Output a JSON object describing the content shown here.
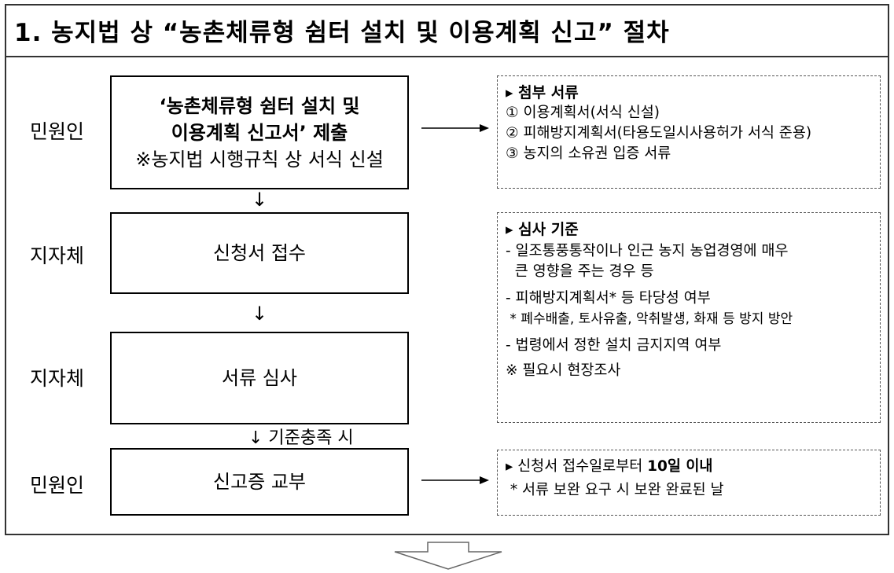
{
  "title": "1. 농지법 상  “농촌체류형 쉼터 설치 및 이용계획 신고” 절차",
  "rows": [
    {
      "actor": "민원인",
      "box_lines": [
        "‘농촌체류형 쉼터 설치 및",
        "이용계획 신고서’ 제출",
        "※농지법 시행규칙 상 서식 신설"
      ]
    },
    {
      "actor": "지자체",
      "box_lines": [
        "신청서 접수"
      ]
    },
    {
      "actor": "지자체",
      "box_lines": [
        "서류 심사"
      ]
    },
    {
      "actor": "민원인",
      "box_lines": [
        "신고증 교부"
      ]
    }
  ],
  "flow_labels": [
    "↓",
    "↓",
    "↓ 기준충족 시"
  ],
  "notes": {
    "docs": {
      "heading": "▸ 첨부 서류",
      "lines": [
        "① 이용계획서(서식 신설)",
        "② 피해방지계획서(타용도일시사용허가 서식 준용)",
        "③ 농지의 소유권 입증 서류"
      ]
    },
    "criteria": {
      "heading": "▸ 심사 기준",
      "lines": [
        "- 일조통풍통작이나 인근 농지 농업경영에 매우",
        "  큰 영향을 주는 경우 등",
        "- 피해방지계획서* 등 타당성 여부",
        " * 폐수배출, 토사유출, 악취발생, 화재 등 방지 방안",
        "- 법령에서 정한 설치 금지지역 여부",
        "※ 필요시 현장조사"
      ]
    },
    "issue": {
      "line1_prefix": "▸ 신청서 접수일로부터 ",
      "line1_bold": "10일 이내",
      "line2": " * 서류 보완 요구 시 보완 완료된 날"
    }
  }
}
